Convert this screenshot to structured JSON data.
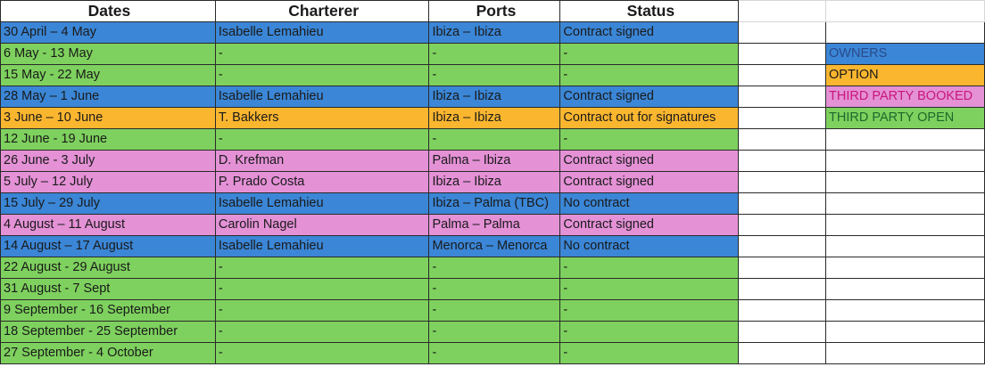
{
  "colors": {
    "owners": "#3b86d6",
    "option": "#fbb62f",
    "third_party_booked": "#e491d6",
    "third_party_open": "#7ed15e"
  },
  "headers": [
    "Dates",
    "Charterer",
    "Ports",
    "Status"
  ],
  "rows": [
    {
      "type": "owners",
      "cells": [
        "30 April  – 4 May",
        "Isabelle Lemahieu",
        "Ibiza  – Ibiza",
        "Contract signed"
      ]
    },
    {
      "type": "third_party_open",
      "cells": [
        "6 May - 13 May",
        "-",
        "-",
        "-"
      ]
    },
    {
      "type": "third_party_open",
      "cells": [
        "15 May - 22 May",
        "-",
        "-",
        "-"
      ]
    },
    {
      "type": "owners",
      "cells": [
        "28 May  – 1 June",
        "Isabelle Lemahieu",
        "Ibiza  – Ibiza",
        "Contract signed"
      ]
    },
    {
      "type": "option",
      "cells": [
        "3 June – 10 June",
        "T. Bakkers",
        "Ibiza – Ibiza",
        "Contract out for signatures"
      ]
    },
    {
      "type": "third_party_open",
      "cells": [
        "12 June - 19 June",
        "-",
        "-",
        "-"
      ]
    },
    {
      "type": "third_party_booked",
      "cells": [
        "26 June - 3 July",
        "D. Krefman",
        "Palma – Ibiza",
        "Contract signed"
      ]
    },
    {
      "type": "third_party_booked",
      "cells": [
        "5 July – 12 July",
        "P. Prado Costa",
        "Ibiza – Ibiza",
        "Contract signed"
      ]
    },
    {
      "type": "owners",
      "cells": [
        "15 July – 29 July",
        "Isabelle Lemahieu",
        "Ibiza – Palma (TBC)",
        "No contract"
      ]
    },
    {
      "type": "third_party_booked",
      "cells": [
        "4 August – 11 August",
        "Carolin Nagel",
        "Palma – Palma",
        "Contract signed"
      ]
    },
    {
      "type": "owners",
      "cells": [
        "14 August –  17 August",
        "Isabelle Lemahieu",
        "Menorca – Menorca",
        "No contract"
      ]
    },
    {
      "type": "third_party_open",
      "cells": [
        "22 August - 29 August",
        "-",
        "-",
        "-"
      ]
    },
    {
      "type": "third_party_open",
      "cells": [
        "31 August - 7 Sept",
        "-",
        "-",
        "-"
      ]
    },
    {
      "type": "third_party_open",
      "cells": [
        "9 September - 16 September",
        "-",
        "-",
        "-"
      ]
    },
    {
      "type": "third_party_open",
      "cells": [
        "18 September - 25 September",
        "-",
        "-",
        "-"
      ]
    },
    {
      "type": "third_party_open",
      "cells": [
        "27 September - 4 October",
        "-",
        "-",
        "-"
      ]
    }
  ],
  "legend": [
    {
      "type": "owners",
      "label": "OWNERS",
      "text_color": "#2a4a8a"
    },
    {
      "type": "option",
      "label": "OPTION",
      "text_color": "#1a1a1a"
    },
    {
      "type": "third_party_booked",
      "label": "THIRD PARTY BOOKED",
      "text_color": "#c8177a"
    },
    {
      "type": "third_party_open",
      "label": "THIRD PARTY OPEN",
      "text_color": "#1a6a2a"
    }
  ]
}
